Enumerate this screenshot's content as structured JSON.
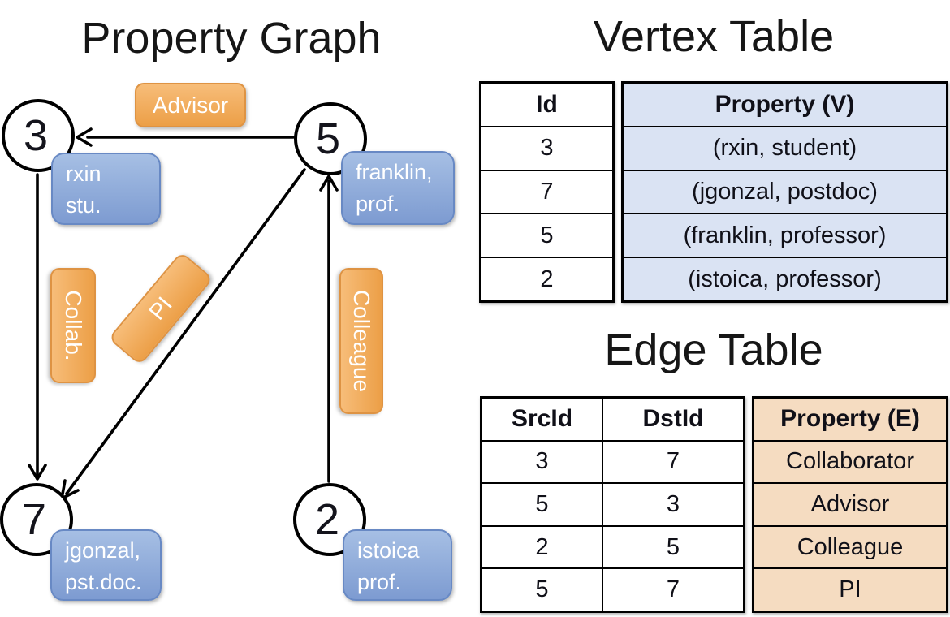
{
  "graph": {
    "title": "Property Graph",
    "nodes": [
      {
        "id": "3",
        "prop_line1": "rxin",
        "prop_line2": "stu."
      },
      {
        "id": "5",
        "prop_line1": "franklin,",
        "prop_line2": "prof."
      },
      {
        "id": "7",
        "prop_line1": "jgonzal,",
        "prop_line2": "pst.doc."
      },
      {
        "id": "2",
        "prop_line1": "istoica",
        "prop_line2": "prof."
      }
    ],
    "edge_labels": {
      "advisor": "Advisor",
      "collab": "Collab.",
      "pi": "PI",
      "colleague": "Colleague"
    }
  },
  "vertex_table": {
    "title": "Vertex Table",
    "headers": {
      "id": "Id",
      "property": "Property (V)"
    },
    "rows": [
      {
        "id": "3",
        "property": "(rxin, student)"
      },
      {
        "id": "7",
        "property": "(jgonzal, postdoc)"
      },
      {
        "id": "5",
        "property": "(franklin, professor)"
      },
      {
        "id": "2",
        "property": "(istoica, professor)"
      }
    ]
  },
  "edge_table": {
    "title": "Edge Table",
    "headers": {
      "src": "SrcId",
      "dst": "DstId",
      "property": "Property (E)"
    },
    "rows": [
      {
        "src": "3",
        "dst": "7",
        "property": "Collaborator"
      },
      {
        "src": "5",
        "dst": "3",
        "property": "Advisor"
      },
      {
        "src": "2",
        "dst": "5",
        "property": "Colleague"
      },
      {
        "src": "5",
        "dst": "7",
        "property": "PI"
      }
    ]
  },
  "colors": {
    "edge_label_fill": "#ec9f47",
    "vertex_prop_fill": "#7d9bd1",
    "vertex_table_cell_bg": "#dae3f3",
    "edge_table_cell_bg": "#f5dcc1",
    "line": "#000000"
  }
}
